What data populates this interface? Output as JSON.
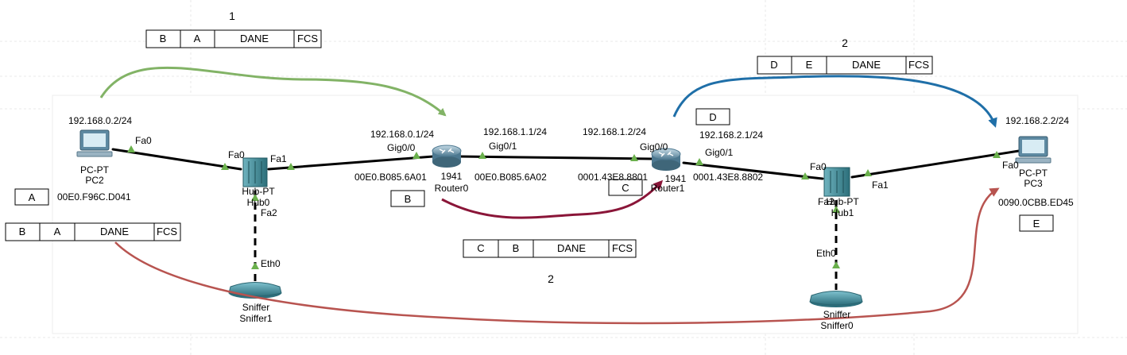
{
  "step_labels": [
    "1",
    "2",
    "2"
  ],
  "frames": [
    {
      "cells": [
        "B",
        "A",
        "DANE",
        "FCS"
      ]
    },
    {
      "cells": [
        "D",
        "E",
        "DANE",
        "FCS"
      ]
    },
    {
      "cells": [
        "B",
        "A",
        "DANE",
        "FCS"
      ]
    },
    {
      "cells": [
        "C",
        "B",
        "DANE",
        "FCS"
      ]
    }
  ],
  "boxes": [
    "A",
    "B",
    "C",
    "D",
    "E"
  ],
  "ip_labels": [
    "192.168.0.2/24",
    "192.168.0.1/24",
    "192.168.1.1/24",
    "192.168.1.2/24",
    "192.168.2.1/24",
    "192.168.2.2/24"
  ],
  "mac_labels": [
    "00E0.F96C.D041",
    "00E0.B085.6A01",
    "00E0.B085.6A02",
    "0001.43E8.8801",
    "0001.43E8.8802",
    "0090.0CBB.ED45"
  ],
  "devices": [
    {
      "type": "PC-PT",
      "name": "PC2"
    },
    {
      "type": "Hub-PT",
      "name": "Hub0"
    },
    {
      "type": "1941",
      "name": "Router0"
    },
    {
      "type": "1941",
      "name": "Router1"
    },
    {
      "type": "Hub-PT",
      "name": "Hub1"
    },
    {
      "type": "PC-PT",
      "name": "PC3"
    },
    {
      "type": "Sniffer",
      "name": "Sniffer1"
    },
    {
      "type": "Sniffer",
      "name": "Sniffer0"
    }
  ],
  "ports": [
    "Fa0",
    "Fa0",
    "Fa1",
    "Fa2",
    "Eth0",
    "Gig0/0",
    "Gig0/1",
    "Gig0/0",
    "Gig0/1",
    "Fa0",
    "Fa1",
    "Fa2",
    "Eth0",
    "Fa0"
  ],
  "colors": {
    "arrow_green": "#82b366",
    "arrow_blue": "#1f6fa8",
    "arrow_crimson": "#8a1538",
    "arrow_red": "#b85450",
    "grid": "#e8e8e8",
    "hub": "#3a8a96",
    "router": "#5f8ba0",
    "sniffer": "#3f8a98",
    "port": "#6ab04c"
  }
}
